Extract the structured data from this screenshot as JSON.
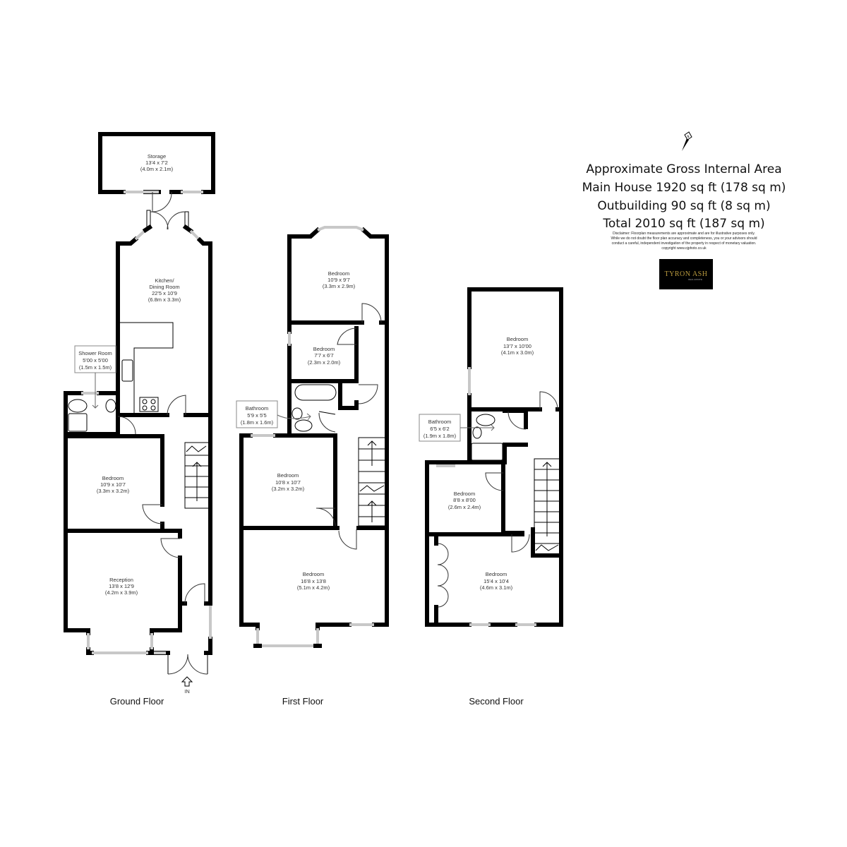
{
  "area_summary": {
    "title": "Approximate Gross Internal Area",
    "main_house": "Main House 1920 sq ft (178 sq m)",
    "outbuilding": "Outbuilding 90 sq ft (8 sq m)",
    "total": "Total 2010 sq ft (187 sq m)",
    "disclaimer": [
      "Disclaimer: Floorplan measurements are approximate and are for illustrative purposes only.",
      "While we do not doubt the floor plan accuracy and completeness, you or your advisors should",
      "conduct a careful, independent investigation of the property in respect of monetary valuation.",
      "copyright www.ojphoto.co.uk"
    ]
  },
  "logo": {
    "name": "TYRON ASH",
    "sub": "REAL ESTATE",
    "bg": "#000000",
    "color": "#b99a3e"
  },
  "compass": {
    "icon": "north-arrow-icon",
    "label": "N"
  },
  "entrance_label": "IN",
  "floors": {
    "ground": {
      "label": "Ground Floor",
      "rooms": [
        {
          "name": "Storage",
          "imperial": "13'4 x 7'2",
          "metric": "(4.0m x 2.1m)"
        },
        {
          "name": "Kitchen/",
          "name2": "Dining Room",
          "imperial": "22'5 x 10'9",
          "metric": "(6.8m x 3.3m)"
        },
        {
          "name": "Shower Room",
          "imperial": "5'00 x 5'00",
          "metric": "(1.5m x 1.5m)"
        },
        {
          "name": "Bedroom",
          "imperial": "10'9 x 10'7",
          "metric": "(3.3m x 3.2m)"
        },
        {
          "name": "Reception",
          "imperial": "13'8 x 12'9",
          "metric": "(4.2m x 3.9m)"
        }
      ]
    },
    "first": {
      "label": "First Floor",
      "rooms": [
        {
          "name": "Bedroom",
          "imperial": "10'9 x 9'7",
          "metric": "(3.3m x 2.9m)"
        },
        {
          "name": "Bedroom",
          "imperial": "7'7 x 6'7",
          "metric": "(2.3m x 2.0m)"
        },
        {
          "name": "Bathroom",
          "imperial": "5'9 x 5'5",
          "metric": "(1.8m x 1.6m)"
        },
        {
          "name": "Bedroom",
          "imperial": "10'8 x 10'7",
          "metric": "(3.2m x 3.2m)"
        },
        {
          "name": "Bedroom",
          "imperial": "16'8 x 13'8",
          "metric": "(5.1m x 4.2m)"
        }
      ]
    },
    "second": {
      "label": "Second Floor",
      "rooms": [
        {
          "name": "Bedroom",
          "imperial": "13'7 x 10'00",
          "metric": "(4.1m x 3.0m)"
        },
        {
          "name": "Bathroom",
          "imperial": "6'5 x 6'2",
          "metric": "(1.9m x 1.8m)"
        },
        {
          "name": "Bedroom",
          "imperial": "8'8 x 8'00",
          "metric": "(2.6m x 2.4m)"
        },
        {
          "name": "Bedroom",
          "imperial": "15'4 x 10'4",
          "metric": "(4.6m x 3.1m)"
        }
      ]
    }
  }
}
